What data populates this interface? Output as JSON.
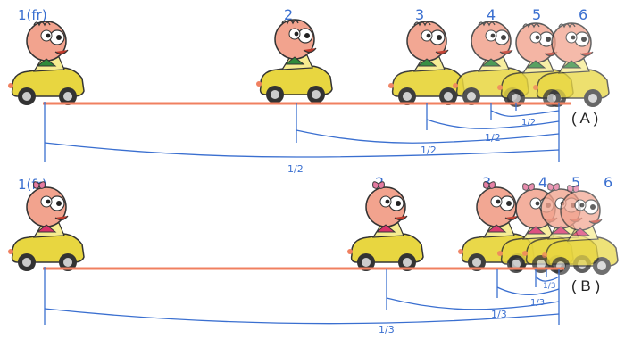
{
  "rows": [
    {
      "id": "A",
      "caption": "( A )",
      "start_label": "1(fr)",
      "position_labels": [
        "2",
        "3",
        "4",
        "5",
        "6"
      ],
      "fractions": [
        "1/2",
        "1/2",
        "1/2",
        "1/2"
      ],
      "ratio_denominator": 2,
      "character": "boy",
      "tie_color": "#2f8a3a"
    },
    {
      "id": "B",
      "caption": "( B )",
      "start_label": "1(fr)",
      "position_labels": [
        "2",
        "3",
        "4",
        "5",
        "6"
      ],
      "fractions": [
        "1/3",
        "1/3",
        "1/3",
        "1/3"
      ],
      "ratio_denominator": 3,
      "character": "girl",
      "tie_color": "#d8336a"
    }
  ],
  "colors": {
    "track": "#f08060",
    "brace": "#3a6fd0",
    "label": "#3a6fd0",
    "car": "#e8d640",
    "skin": "#f2a38e"
  }
}
